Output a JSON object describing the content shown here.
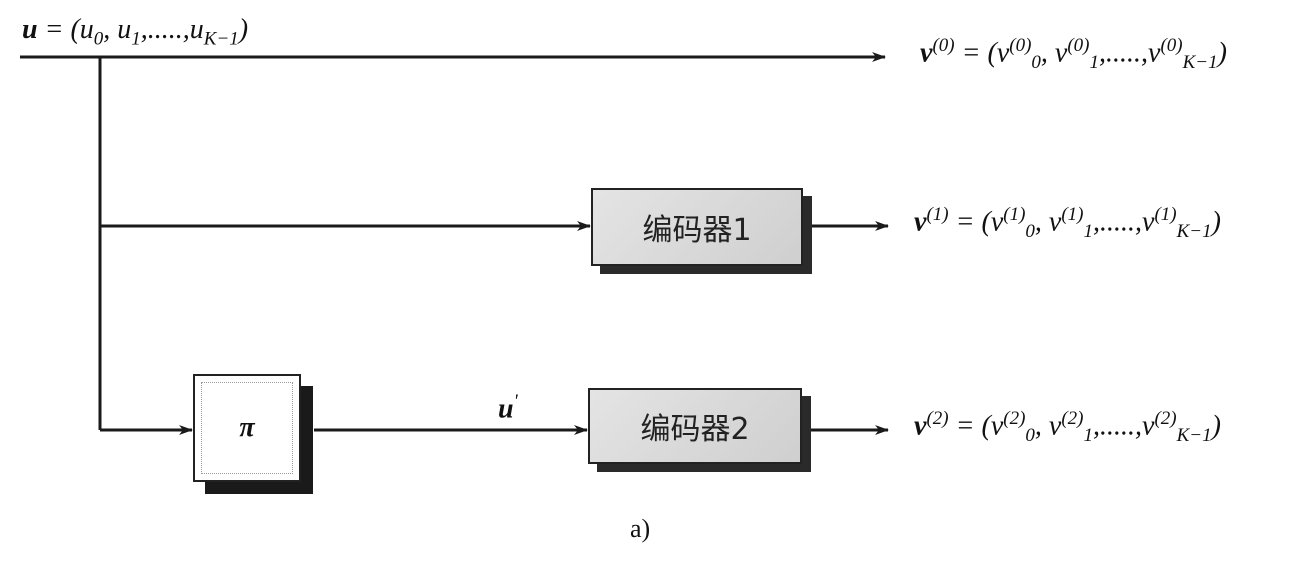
{
  "input": {
    "symbol": "u",
    "open": " = (",
    "first": "u",
    "first_sub": "0",
    "sep1": ", ",
    "second": "u",
    "second_sub": "1",
    "dots": ",.....,",
    "last": "u",
    "last_sub": "K−1",
    "close": ")"
  },
  "outputs": [
    {
      "sym": "v",
      "sup": "(0)",
      "open": " = (",
      "e0": "v",
      "e0_sup": "(0)",
      "e0_sub": "0",
      "sep": ", ",
      "e1": "v",
      "e1_sup": "(0)",
      "e1_sub": "1",
      "dots": ",.....,",
      "eK": "v",
      "eK_sup": "(0)",
      "eK_sub": "K−1",
      "close": ")"
    },
    {
      "sym": "v",
      "sup": "(1)",
      "open": " = (",
      "e0": "v",
      "e0_sup": "(1)",
      "e0_sub": "0",
      "sep": ", ",
      "e1": "v",
      "e1_sup": "(1)",
      "e1_sub": "1",
      "dots": ",.....,",
      "eK": "v",
      "eK_sup": "(1)",
      "eK_sub": "K−1",
      "close": ")"
    },
    {
      "sym": "v",
      "sup": "(2)",
      "open": " = (",
      "e0": "v",
      "e0_sup": "(2)",
      "e0_sub": "0",
      "sep": ", ",
      "e1": "v",
      "e1_sup": "(2)",
      "e1_sub": "1",
      "dots": ",.....,",
      "eK": "v",
      "eK_sup": "(2)",
      "eK_sub": "K−1",
      "close": ")"
    }
  ],
  "blocks": {
    "encoder1": "编码器1",
    "encoder2": "编码器2",
    "interleaver": "π"
  },
  "interleaved_label": {
    "sym": "u",
    "prime": "'"
  },
  "caption": "a)"
}
